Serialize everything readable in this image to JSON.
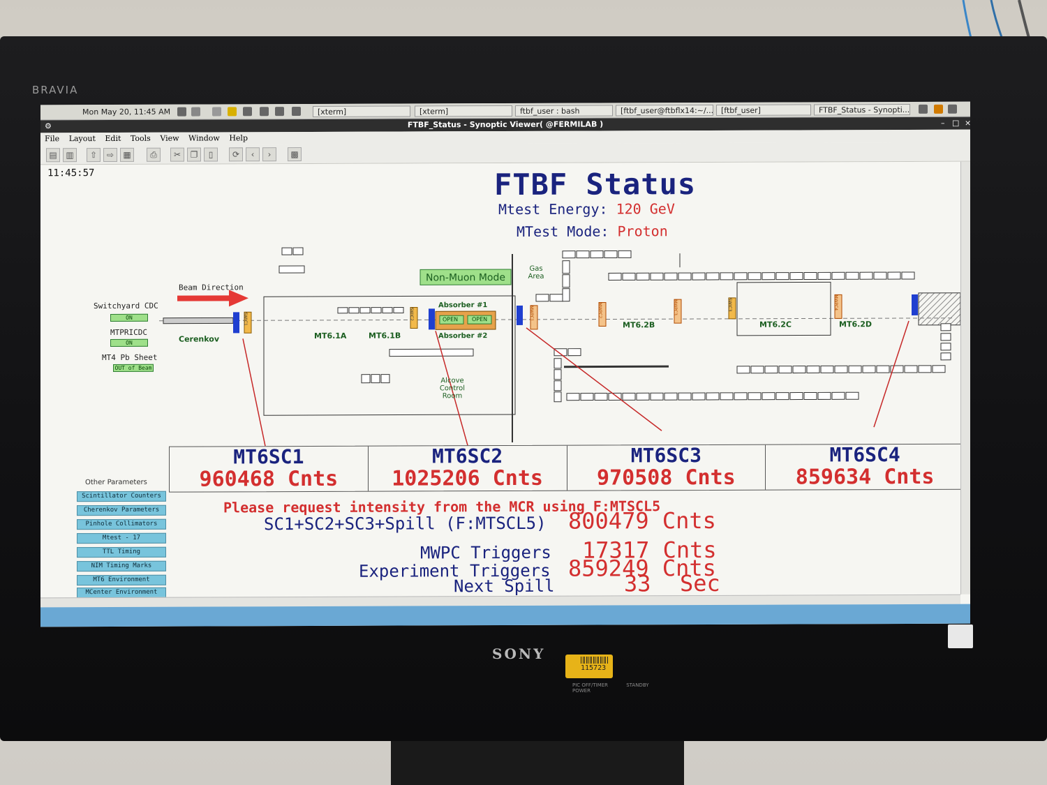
{
  "monitor": {
    "top_brand": "BRAVIA",
    "bottom_brand": "SONY",
    "asset_tag": "115723",
    "controls": [
      "PIC OFF/TIMER",
      "STANDBY",
      "POWER"
    ]
  },
  "taskbar": {
    "clock": "Mon May 20, 11:45 AM",
    "items": [
      "[xterm]",
      "[xterm]",
      "ftbf_user : bash",
      "[ftbf_user@ftbflx14:~/...",
      "[ftbf_user]",
      "FTBF_Status - Synopti..."
    ]
  },
  "window": {
    "title": "FTBF_Status - Synoptic Viewer( @FERMILAB )",
    "menu": [
      "File",
      "Layout",
      "Edit",
      "Tools",
      "View",
      "Window",
      "Help"
    ]
  },
  "display": {
    "time": "11:45:57",
    "title": "FTBF Status",
    "energy_label": "Mtest Energy:",
    "energy_value": "120 GeV",
    "mode_label": "MTest Mode:",
    "mode_value": "Proton"
  },
  "beamline": {
    "beam_direction": "Beam Direction",
    "switchyard_label": "Switchyard CDC",
    "switchyard_status": "ON",
    "mtpricdc_label": "MTPRICDC",
    "mtpricdc_status": "ON",
    "pbsheet_label": "MT4 Pb Sheet",
    "pbsheet_status": "OUT of Beam",
    "cerenkov": "Cerenkov",
    "non_muon_mode": "Non-Muon Mode",
    "absorber1": "Absorber #1",
    "absorber2": "Absorber #2",
    "absorber_state_a": "OPEN",
    "absorber_state_b": "OPEN",
    "gas_area": "Gas Area",
    "alcove": "Alcove Control Room",
    "areas": [
      "MT6.1A",
      "MT6.1B",
      "MT6.2B",
      "MT6.2C",
      "MT6.2D"
    ],
    "swic_labels": [
      "SWIC1",
      "SWIC2",
      "SWIC3"
    ],
    "mwpc_labels": [
      "MWPC1",
      "MWPC2",
      "MWPC3",
      "MWPC4"
    ]
  },
  "counters": [
    {
      "name": "MT6SC1",
      "count": "960468 Cnts"
    },
    {
      "name": "MT6SC2",
      "count": "1025206 Cnts"
    },
    {
      "name": "MT6SC3",
      "count": "970508 Cnts"
    },
    {
      "name": "MT6SC4",
      "count": "859634 Cnts"
    }
  ],
  "request_message": "Please request intensity from the MCR using F:MTSCL5",
  "summary": {
    "sum_label": "SC1+SC2+SC3+Spill (F:MTSCL5)",
    "sum_value": "800479 Cnts",
    "mwpc_label": "MWPC Triggers",
    "mwpc_value": "17317 Cnts",
    "exp_label": "Experiment Triggers",
    "exp_value": "859249 Cnts",
    "spill_label": "Next Spill",
    "spill_value": "33",
    "spill_unit": "Sec"
  },
  "other_parameters": {
    "title": "Other Parameters",
    "buttons": [
      "Scintillator Counters",
      "Cherenkov Parameters",
      "Pinhole Collimators",
      "Mtest - 17",
      "TTL Timing",
      "NIM Timing Marks",
      "MT6 Environment",
      "MCenter Environment"
    ]
  },
  "colors": {
    "title_blue": "#1a237e",
    "value_red": "#d32f2f",
    "ok_green": "#9fe08a",
    "param_cyan": "#78c4dc",
    "counter_blue": "#1f3fd0"
  }
}
